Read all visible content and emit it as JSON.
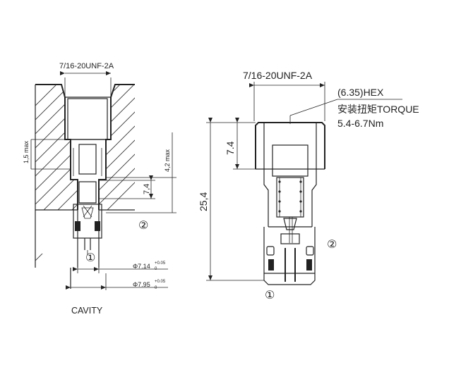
{
  "cavity": {
    "thread": "7/16-20UNF-2A",
    "dim_1_5": "1,5 max",
    "dim_4_2": "4,2 max",
    "dim_7_4": "7,4",
    "dia_1_base": "Φ7.14",
    "dia_1_tol_up": "+0.05",
    "dia_1_tol_down": "0",
    "dia_2_base": "Φ7.95",
    "dia_2_tol_up": "+0.05",
    "dia_2_tol_down": "0",
    "port_1": "①",
    "port_2": "②",
    "caption": "CAVITY"
  },
  "valve": {
    "thread": "7/16-20UNF-2A",
    "hex": "(6.35)HEX",
    "torque_label": "安装扭矩TORQUE",
    "torque_value": "5.4-6.7Nm",
    "dim_7_4": "7.4",
    "dim_25_4": "25,4",
    "port_1": "①",
    "port_2": "②"
  }
}
